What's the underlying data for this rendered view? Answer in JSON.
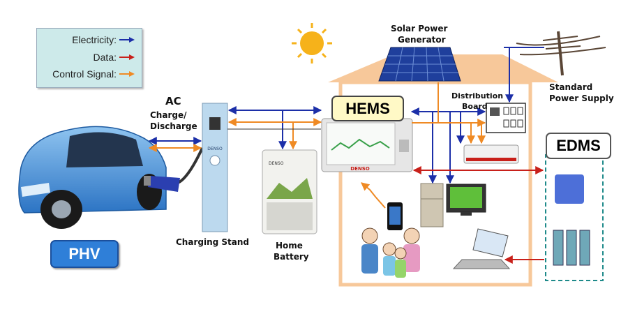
{
  "legend": {
    "electricity": "Electricity:",
    "data": "Data:",
    "control_signal": "Control Signal:"
  },
  "colors": {
    "electricity": "#1c2fa8",
    "data": "#c8201a",
    "control_signal": "#ef8a24",
    "house": "#f7c89a",
    "phv_badge": "#2f7fd8",
    "hems_badge": "#fff9c6"
  },
  "labels": {
    "ac": "AC",
    "charge_discharge_1": "Charge/",
    "charge_discharge_2": "Discharge",
    "solar_1": "Solar Power",
    "solar_2": "Generator",
    "distribution_1": "Distribution",
    "distribution_2": "Board",
    "standard_1": "Standard",
    "standard_2": "Power Supply",
    "charging_stand": "Charging Stand",
    "home_1": "Home",
    "home_2": "Battery",
    "hems": "HEMS",
    "edms": "EDMS",
    "phv": "PHV",
    "brand_stand": "DENSO",
    "brand_battery": "DENSO",
    "brand_hems": "DENSO"
  }
}
